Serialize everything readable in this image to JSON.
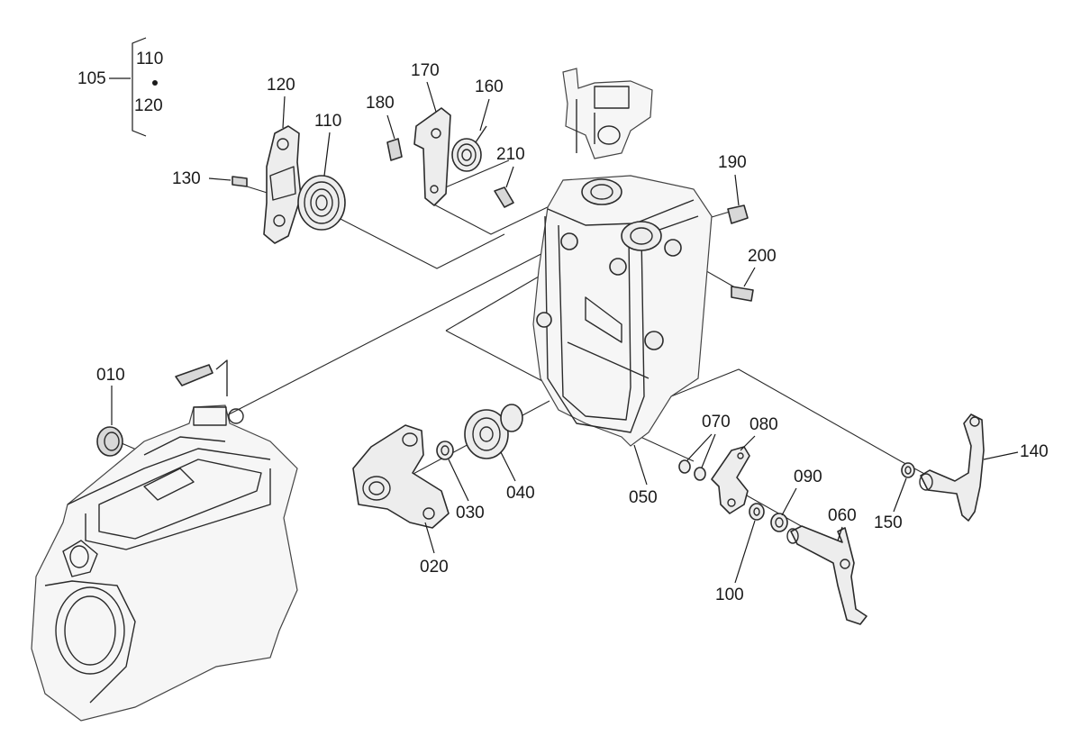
{
  "diagram": {
    "type": "exploded-parts-diagram",
    "colors": {
      "line": "#2b2b2b",
      "part_fill": "#ededed",
      "background": "#ffffff"
    },
    "kit": {
      "label": "105",
      "includes": [
        "110",
        "120"
      ]
    },
    "callouts": {
      "p010": "010",
      "p020": "020",
      "p030": "030",
      "p040": "040",
      "p050": "050",
      "p060": "060",
      "p070": "070",
      "p080": "080",
      "p090": "090",
      "p100": "100",
      "p110": "110",
      "p120": "120",
      "p130": "130",
      "p140": "140",
      "p150": "150",
      "p160": "160",
      "p170": "170",
      "p180": "180",
      "p190": "190",
      "p200": "200",
      "p210": "210"
    }
  }
}
